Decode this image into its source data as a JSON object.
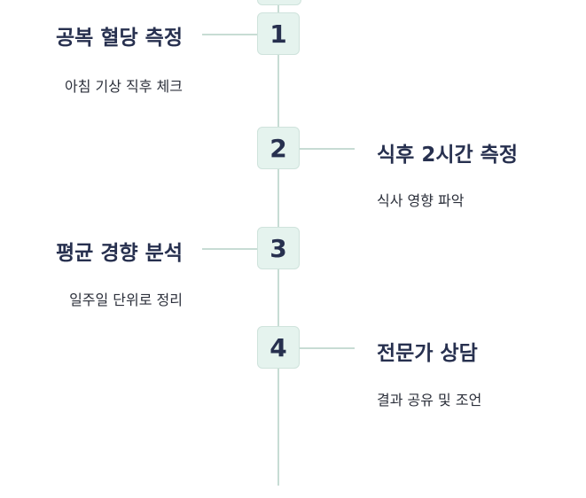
{
  "steps": [
    {
      "number": "1",
      "title": "공복 혈당 측정",
      "description": "아침 기상 직후 체크",
      "side": "left"
    },
    {
      "number": "2",
      "title": "식후 2시간 측정",
      "description": "식사 영향 파악",
      "side": "right"
    },
    {
      "number": "3",
      "title": "평균 경향 분석",
      "description": "일주일 단위로 정리",
      "side": "left"
    },
    {
      "number": "4",
      "title": "전문가 상담",
      "description": "결과 공유 및 조언",
      "side": "right"
    }
  ],
  "colors": {
    "badge_bg": "#e5f3ee",
    "badge_border": "#cfe3dc",
    "line": "#c7dcd4",
    "title": "#27304f",
    "text": "#2b2f3a"
  }
}
